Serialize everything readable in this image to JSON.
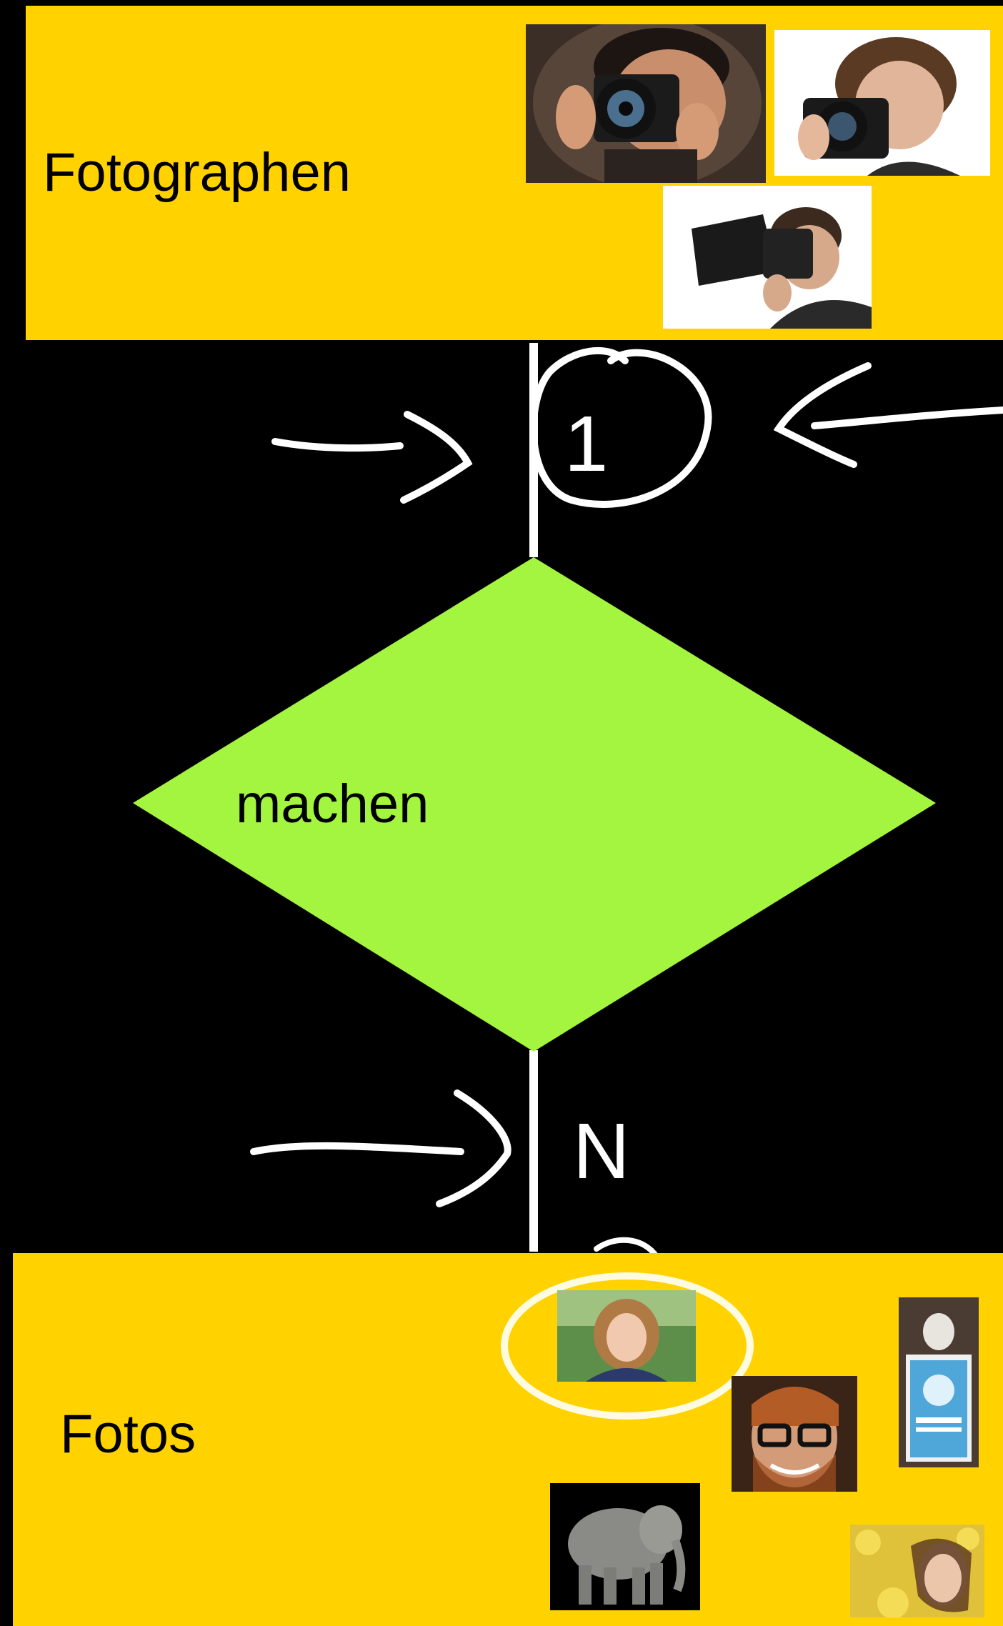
{
  "entities": {
    "top": {
      "label": "Fotographen"
    },
    "bottom": {
      "label": "Fotos"
    }
  },
  "relationship": {
    "label": "machen"
  },
  "cardinality": {
    "top": "1",
    "bottom": "N"
  },
  "photos": {
    "photographers": [
      "photographer-man-camera",
      "photographer-woman-camera",
      "photographer-man-lens-hood"
    ],
    "fotos": [
      "portrait-girl-meadow",
      "portrait-man-glasses",
      "person-with-sign",
      "elephant",
      "woman-flowers"
    ]
  },
  "colors": {
    "entity": "#ffd200",
    "relationship": "#a4f53f",
    "background": "#000000",
    "annotation": "#ffffff",
    "highlight": "#fffbe0"
  }
}
